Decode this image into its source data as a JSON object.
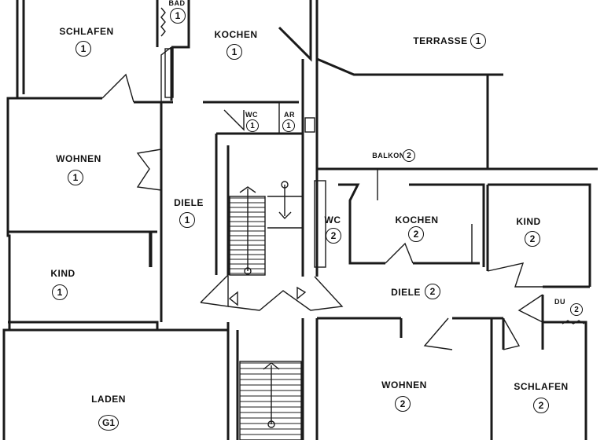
{
  "rooms": [
    {
      "id": "schlafen-1",
      "label": "SCHLAFEN",
      "unit": "1"
    },
    {
      "id": "bad-1",
      "label": "BAD",
      "unit": "1"
    },
    {
      "id": "kochen-1",
      "label": "KOCHEN",
      "unit": "1"
    },
    {
      "id": "terrasse-1",
      "label": "TERRASSE",
      "unit": "1"
    },
    {
      "id": "wc-1",
      "label": "WC",
      "unit": "1"
    },
    {
      "id": "ar-1",
      "label": "AR",
      "unit": "1"
    },
    {
      "id": "wohnen-1",
      "label": "WOHNEN",
      "unit": "1"
    },
    {
      "id": "diele-1",
      "label": "DIELE",
      "unit": "1"
    },
    {
      "id": "balkon-2",
      "label": "BALKON",
      "unit": "2"
    },
    {
      "id": "wc-2",
      "label": "WC",
      "unit": "2"
    },
    {
      "id": "kochen-2",
      "label": "KOCHEN",
      "unit": "2"
    },
    {
      "id": "kind-2",
      "label": "KIND",
      "unit": "2"
    },
    {
      "id": "kind-1",
      "label": "KIND",
      "unit": "1"
    },
    {
      "id": "diele-2",
      "label": "DIELE",
      "unit": "2"
    },
    {
      "id": "du-2",
      "label": "DU",
      "unit": "2"
    },
    {
      "id": "laden-g1",
      "label": "LADEN",
      "unit": "G1"
    },
    {
      "id": "wohnen-2",
      "label": "WOHNEN",
      "unit": "2"
    },
    {
      "id": "schlafen-2",
      "label": "SCHLAFEN",
      "unit": "2"
    }
  ]
}
